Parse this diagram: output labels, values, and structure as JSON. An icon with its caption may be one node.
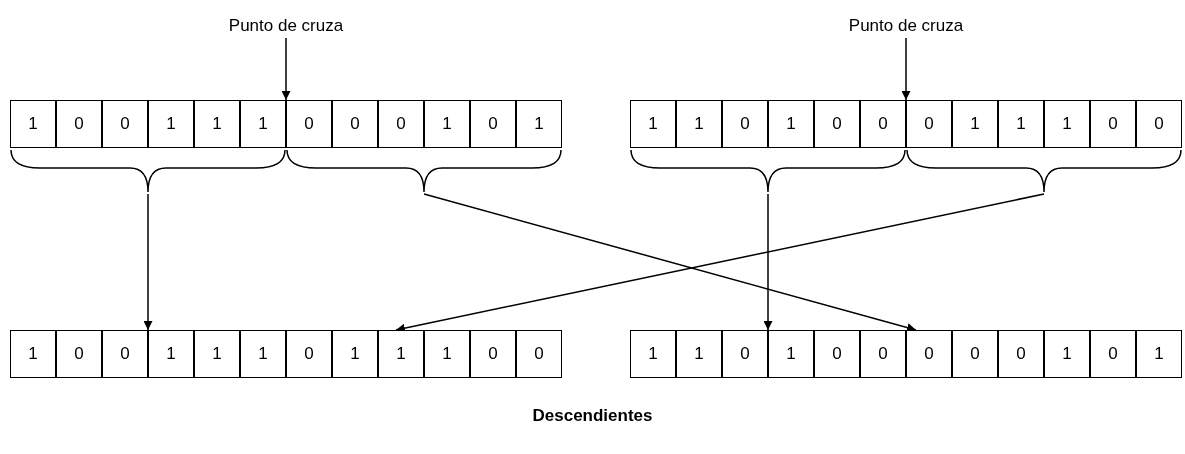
{
  "diagram": {
    "caption": "Descendientes",
    "nodes": [
      {
        "text": [
          "Punto de cruza"
        ]
      },
      {
        "text": [
          "Punto de cruza"
        ]
      },
      {
        "text": [
          "1",
          "0",
          "0",
          "1",
          "1",
          "1"
        ]
      },
      {
        "text": [
          "0",
          "0",
          "0",
          "1",
          "0",
          "1"
        ]
      },
      {
        "text": [
          "1",
          "1",
          "0",
          "1",
          "0",
          "0"
        ]
      },
      {
        "text": [
          "0",
          "1",
          "1",
          "1",
          "0",
          "0"
        ]
      },
      {
        "text": [
          "1",
          "0",
          "0",
          "1",
          "1",
          "1"
        ]
      },
      {
        "text": [
          "0",
          "1",
          "1",
          "1",
          "0",
          "0"
        ]
      },
      {
        "text": [
          "1",
          "1",
          "0",
          "1",
          "0",
          "0"
        ]
      },
      {
        "text": [
          "0",
          "0",
          "0",
          "1",
          "0",
          "1"
        ]
      }
    ],
    "edges": [
      {
        "from": 0,
        "to": 3,
        "arrow": "to"
      },
      {
        "from": 1,
        "to": 5,
        "arrow": "to"
      },
      {
        "from": 2,
        "to": 6,
        "arrow": "to"
      },
      {
        "from": 3,
        "to": 9,
        "arrow": "to"
      },
      {
        "from": 4,
        "to": 8,
        "arrow": "to"
      },
      {
        "from": 5,
        "to": 7,
        "arrow": "to"
      }
    ]
  }
}
